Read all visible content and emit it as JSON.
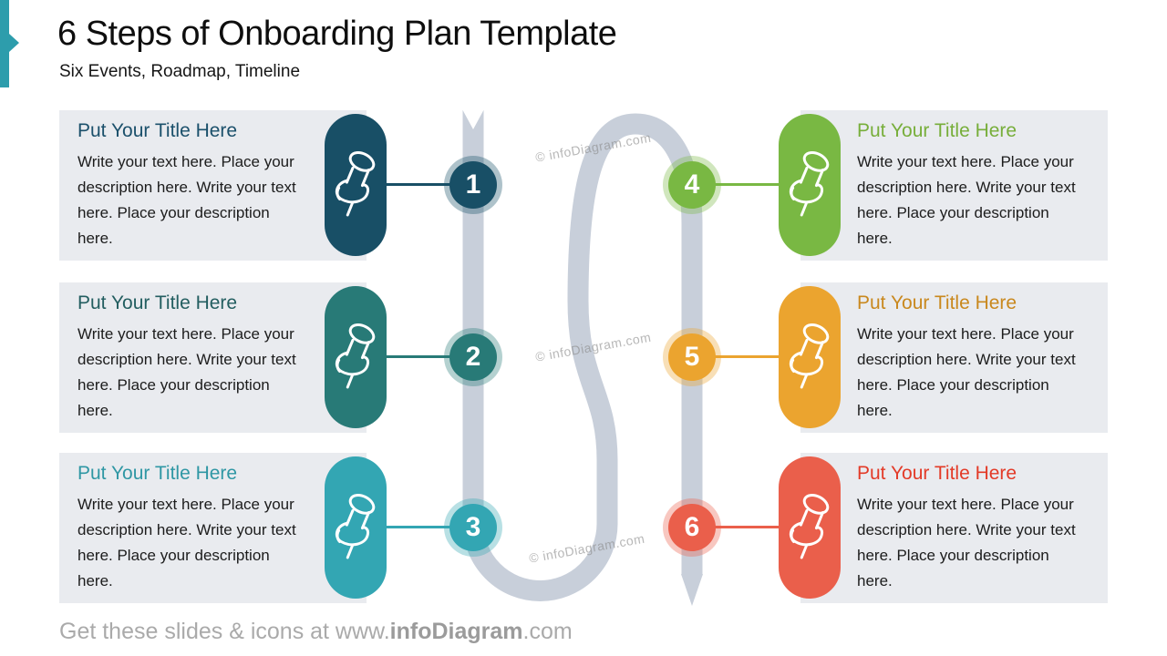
{
  "header": {
    "title": "6 Steps of Onboarding Plan Template",
    "subtitle": "Six Events, Roadmap, Timeline"
  },
  "steps": [
    {
      "number": "1",
      "side": "left",
      "icon": "pushpin-icon",
      "title": "Put Your Title Here",
      "description": "Write your text here. Place your description here. Write your text here. Place your description here.",
      "color": "#184f66",
      "title_color": "#1b506b"
    },
    {
      "number": "2",
      "side": "left",
      "icon": "pushpin-icon",
      "title": "Put Your Title Here",
      "description": "Write your text here. Place your description here. Write your text here. Place your description here.",
      "color": "#287a77",
      "title_color": "#235e60"
    },
    {
      "number": "3",
      "side": "left",
      "icon": "pushpin-icon",
      "title": "Put Your Title Here",
      "description": "Write your text here. Place your description here. Write your text here. Place your description here.",
      "color": "#33a6b3",
      "title_color": "#2f97a4"
    },
    {
      "number": "4",
      "side": "right",
      "icon": "pushpin-icon",
      "title": "Put Your Title Here",
      "description": "Write your text here. Place your description here. Write your text here. Place your description here.",
      "color": "#79b843",
      "title_color": "#77ae3a"
    },
    {
      "number": "5",
      "side": "right",
      "icon": "pushpin-icon",
      "title": "Put Your Title Here",
      "description": "Write your text here. Place your description here. Write your text here. Place your description here.",
      "color": "#eba42f",
      "title_color": "#c9881e"
    },
    {
      "number": "6",
      "side": "right",
      "icon": "pushpin-icon",
      "title": "Put Your Title Here",
      "description": "Write your text here. Place your description here. Write your text here. Place your description here.",
      "color": "#ea5f4b",
      "title_color": "#e33a27"
    }
  ],
  "watermark_text": "© infoDiagram.com",
  "footer": {
    "prefix": "Get these slides & icons at www.",
    "brand": "infoDiagram",
    "suffix": ".com"
  },
  "theme": {
    "road_color": "#c8cfda",
    "box_bg": "#e9ebef",
    "accent_bar": "#2d9dac"
  }
}
